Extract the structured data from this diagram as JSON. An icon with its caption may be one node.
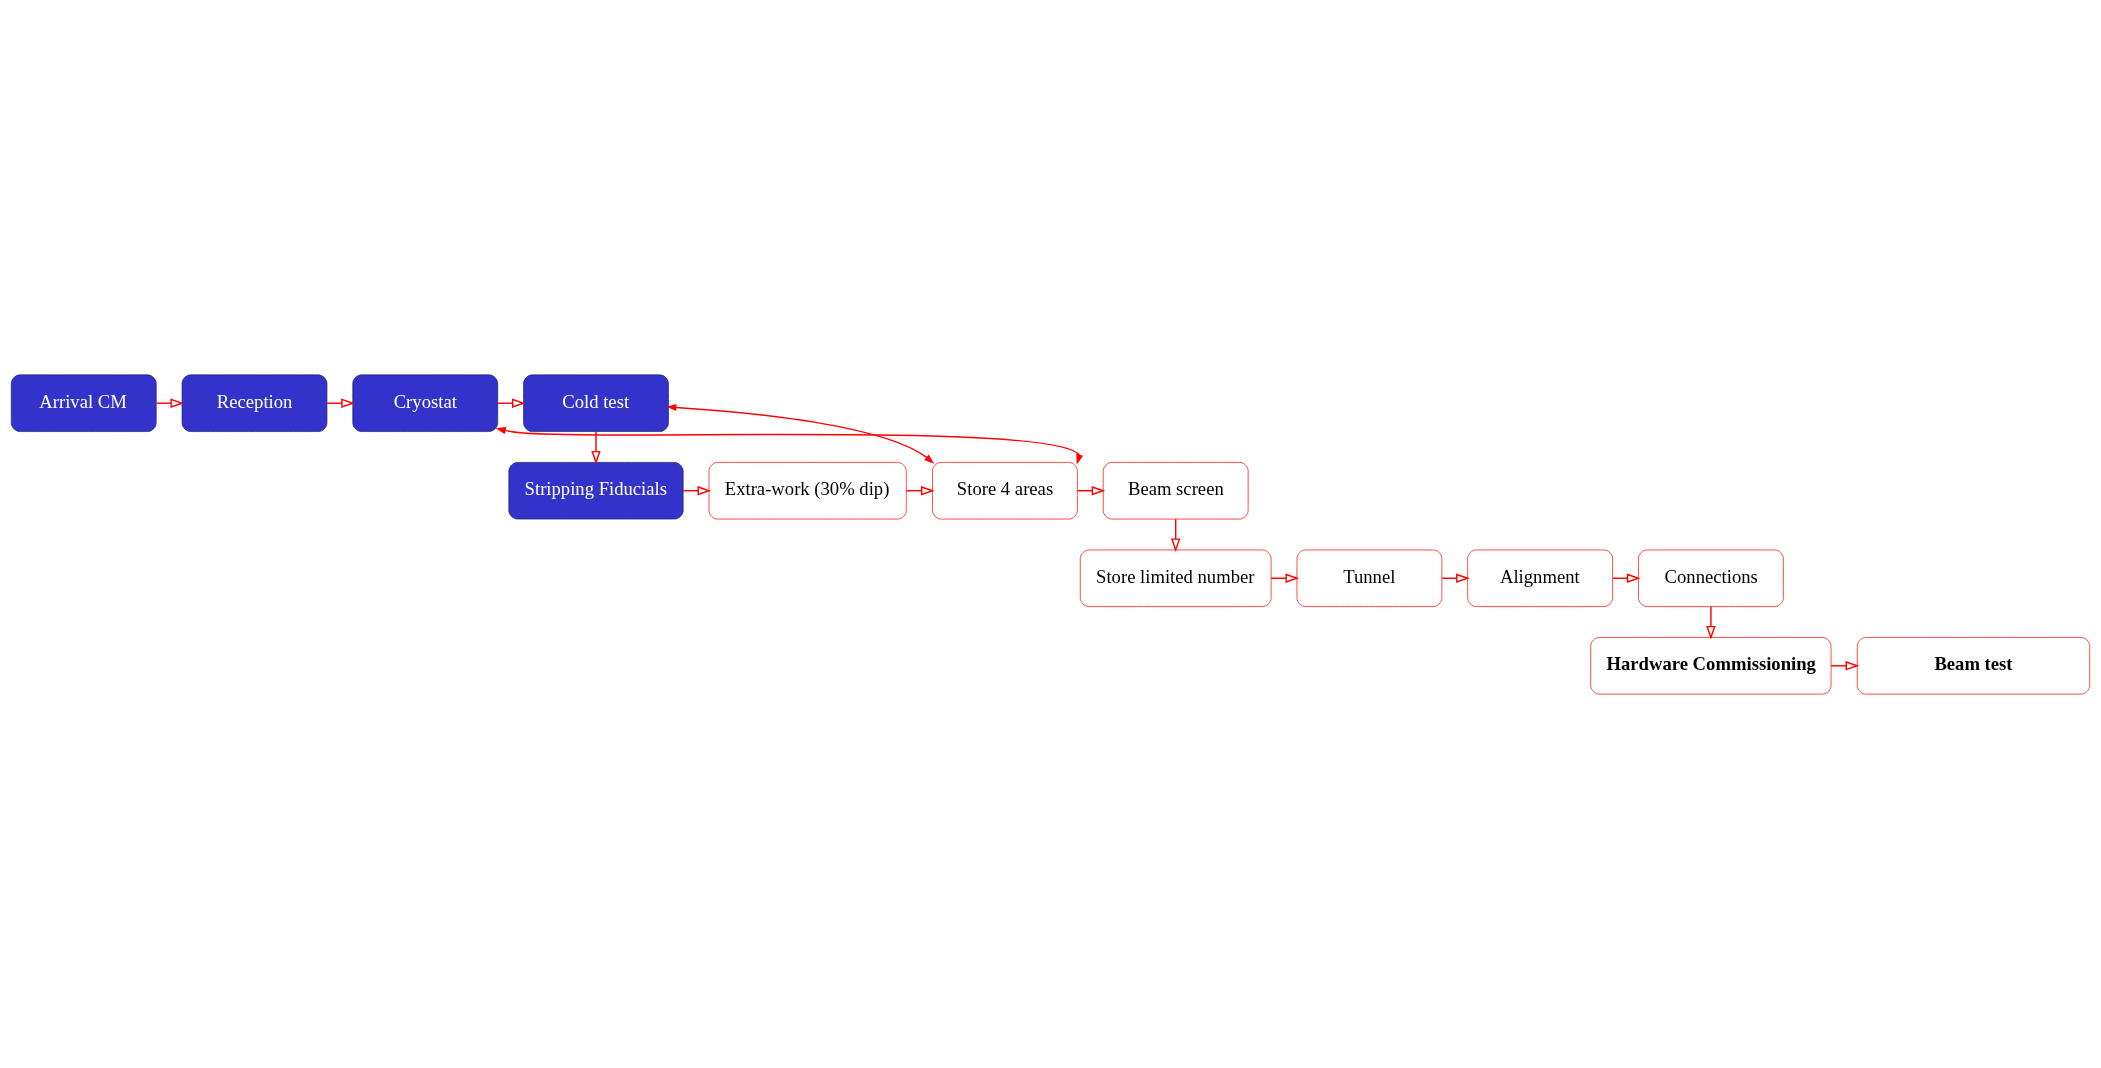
{
  "diagram": {
    "nodes": [
      {
        "text": [
          "Arrival CM"
        ]
      },
      {
        "text": [
          "Reception"
        ]
      },
      {
        "text": [
          "Cryostat"
        ]
      },
      {
        "text": [
          "Cold test"
        ]
      },
      {
        "text": [
          "Stripping Fiducials"
        ]
      },
      {
        "text": [
          "Extra-work (30% dip)"
        ]
      },
      {
        "text": [
          "Store 4 areas"
        ]
      },
      {
        "text": [
          "Beam screen"
        ]
      },
      {
        "text": [
          "Store limited number"
        ]
      },
      {
        "text": [
          "Tunnel"
        ]
      },
      {
        "text": [
          "Alignment"
        ]
      },
      {
        "text": [
          "Connections"
        ]
      },
      {
        "text": [
          "Hardware Commissioning"
        ]
      },
      {
        "text": [
          "Beam test"
        ]
      }
    ],
    "edges": [
      {
        "from": 0,
        "to": 1,
        "arrow": "to"
      },
      {
        "from": 1,
        "to": 2,
        "arrow": "to"
      },
      {
        "from": 2,
        "to": 3,
        "arrow": "to"
      },
      {
        "from": 3,
        "to": 4,
        "arrow": "to"
      },
      {
        "from": 4,
        "to": 5,
        "arrow": "to"
      },
      {
        "from": 5,
        "to": 6,
        "arrow": "to"
      },
      {
        "from": 6,
        "to": 7,
        "arrow": "to"
      },
      {
        "from": 7,
        "to": 8,
        "arrow": "to"
      },
      {
        "from": 8,
        "to": 9,
        "arrow": "to"
      },
      {
        "from": 9,
        "to": 10,
        "arrow": "to"
      },
      {
        "from": 10,
        "to": 11,
        "arrow": "to"
      },
      {
        "from": 11,
        "to": 12,
        "arrow": "to"
      },
      {
        "from": 12,
        "to": 13,
        "arrow": "to"
      },
      {
        "from": 2,
        "to": 6,
        "arrow": "both"
      },
      {
        "from": 3,
        "to": 6,
        "arrow": "both"
      }
    ]
  }
}
